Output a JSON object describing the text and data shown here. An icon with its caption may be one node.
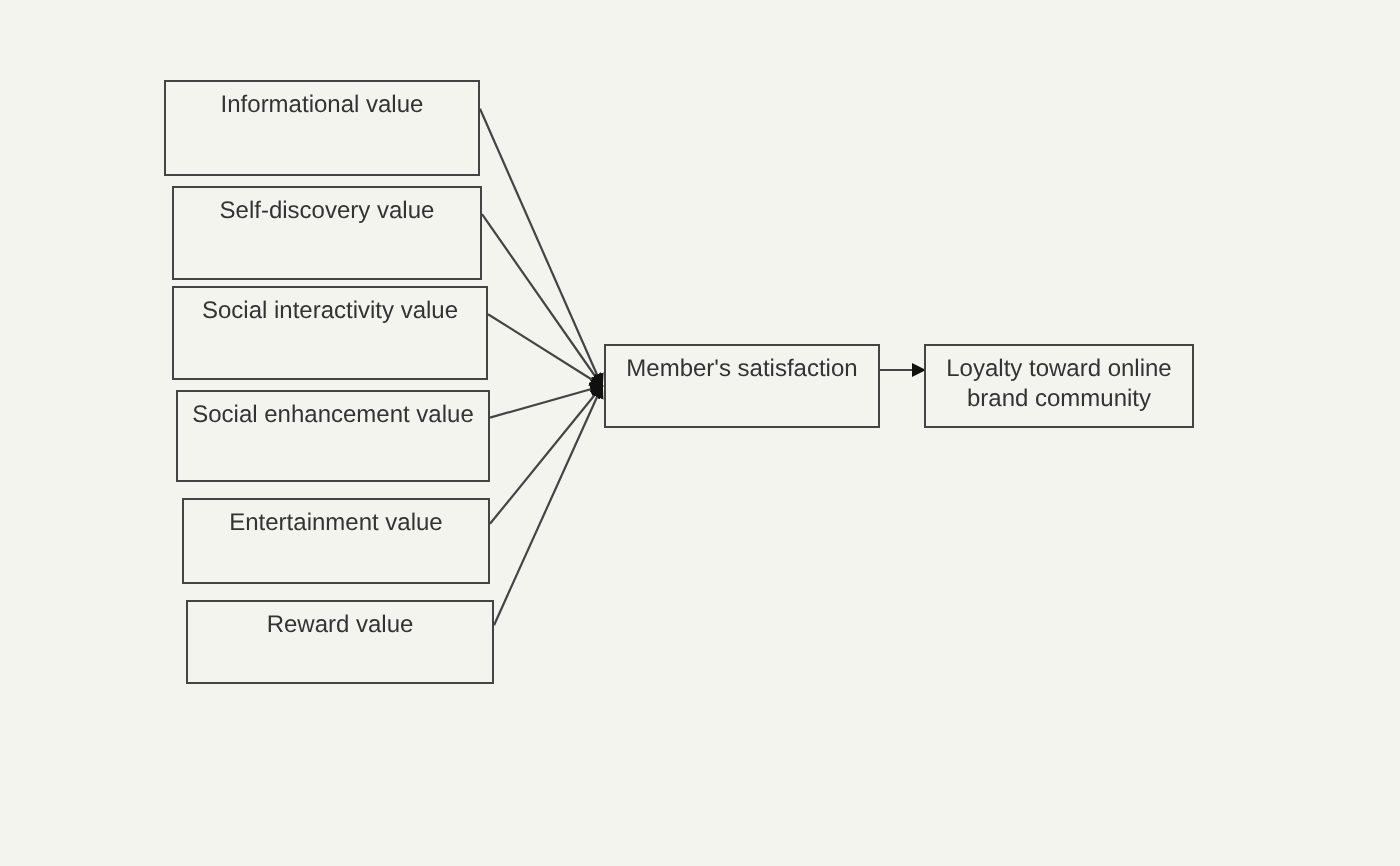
{
  "diagram": {
    "nodes": [
      {
        "text": [
          "Informational value"
        ]
      },
      {
        "text": [
          "Self-discovery value"
        ]
      },
      {
        "text": [
          "Social interactivity value"
        ]
      },
      {
        "text": [
          "Social enhancement value"
        ]
      },
      {
        "text": [
          "Entertainment value"
        ]
      },
      {
        "text": [
          "Reward value"
        ]
      },
      {
        "text": [
          "Member's satisfaction"
        ]
      },
      {
        "text": [
          "Loyalty toward online brand community"
        ]
      }
    ],
    "edges": [
      {
        "from": 0,
        "to": 6,
        "arrow": "to"
      },
      {
        "from": 1,
        "to": 6,
        "arrow": "to"
      },
      {
        "from": 2,
        "to": 6,
        "arrow": "to"
      },
      {
        "from": 3,
        "to": 6,
        "arrow": "to"
      },
      {
        "from": 4,
        "to": 6,
        "arrow": "to"
      },
      {
        "from": 5,
        "to": 6,
        "arrow": "to"
      },
      {
        "from": 6,
        "to": 7,
        "arrow": "to"
      }
    ]
  }
}
